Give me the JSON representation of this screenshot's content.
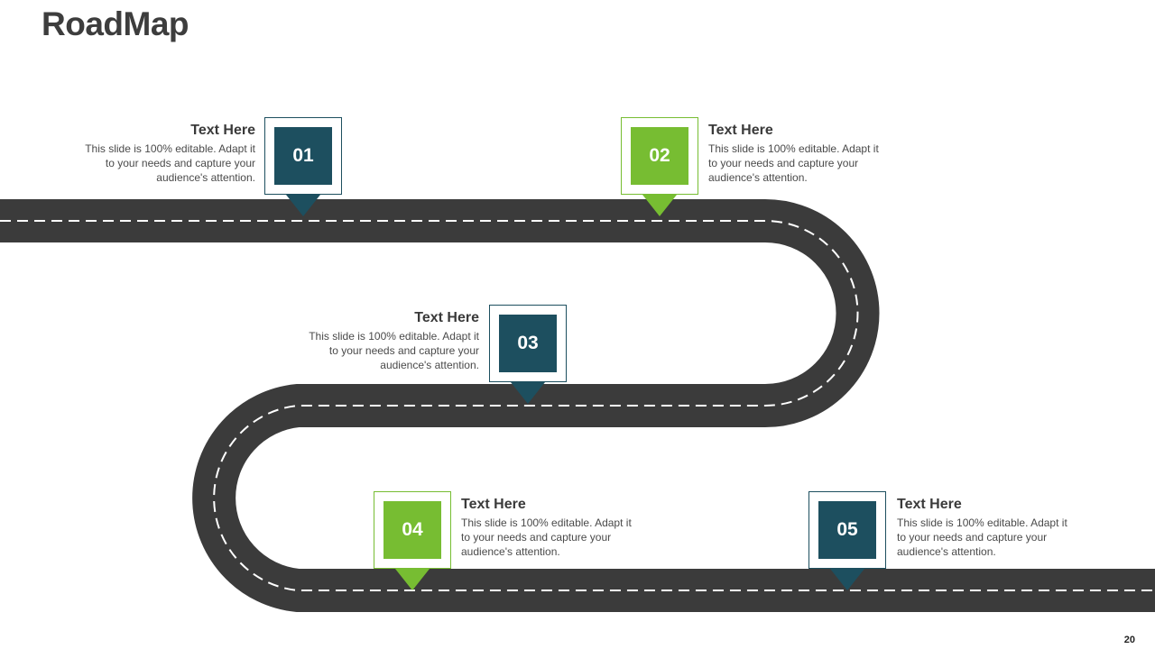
{
  "title": "RoadMap",
  "page_number": "20",
  "colors": {
    "road": "#3b3b3b",
    "dash": "#ffffff",
    "dark_teal": "#1d4f5f",
    "green": "#77bd32"
  },
  "steps": [
    {
      "number": "01",
      "heading": "Text Here",
      "text": "This slide is 100% editable. Adapt it to your needs and capture your audience's attention.",
      "color": "dark"
    },
    {
      "number": "02",
      "heading": "Text Here",
      "text": "This slide is 100% editable. Adapt it to your needs and capture your audience's attention.",
      "color": "green"
    },
    {
      "number": "03",
      "heading": "Text Here",
      "text": "This slide is 100% editable. Adapt it to your needs and capture your audience's attention.",
      "color": "dark"
    },
    {
      "number": "04",
      "heading": "Text Here",
      "text": "This slide is 100% editable. Adapt it to your needs and capture your audience's attention.",
      "color": "green"
    },
    {
      "number": "05",
      "heading": "Text Here",
      "text": "This slide is 100% editable. Adapt it to your needs and capture your audience's attention.",
      "color": "dark"
    }
  ]
}
